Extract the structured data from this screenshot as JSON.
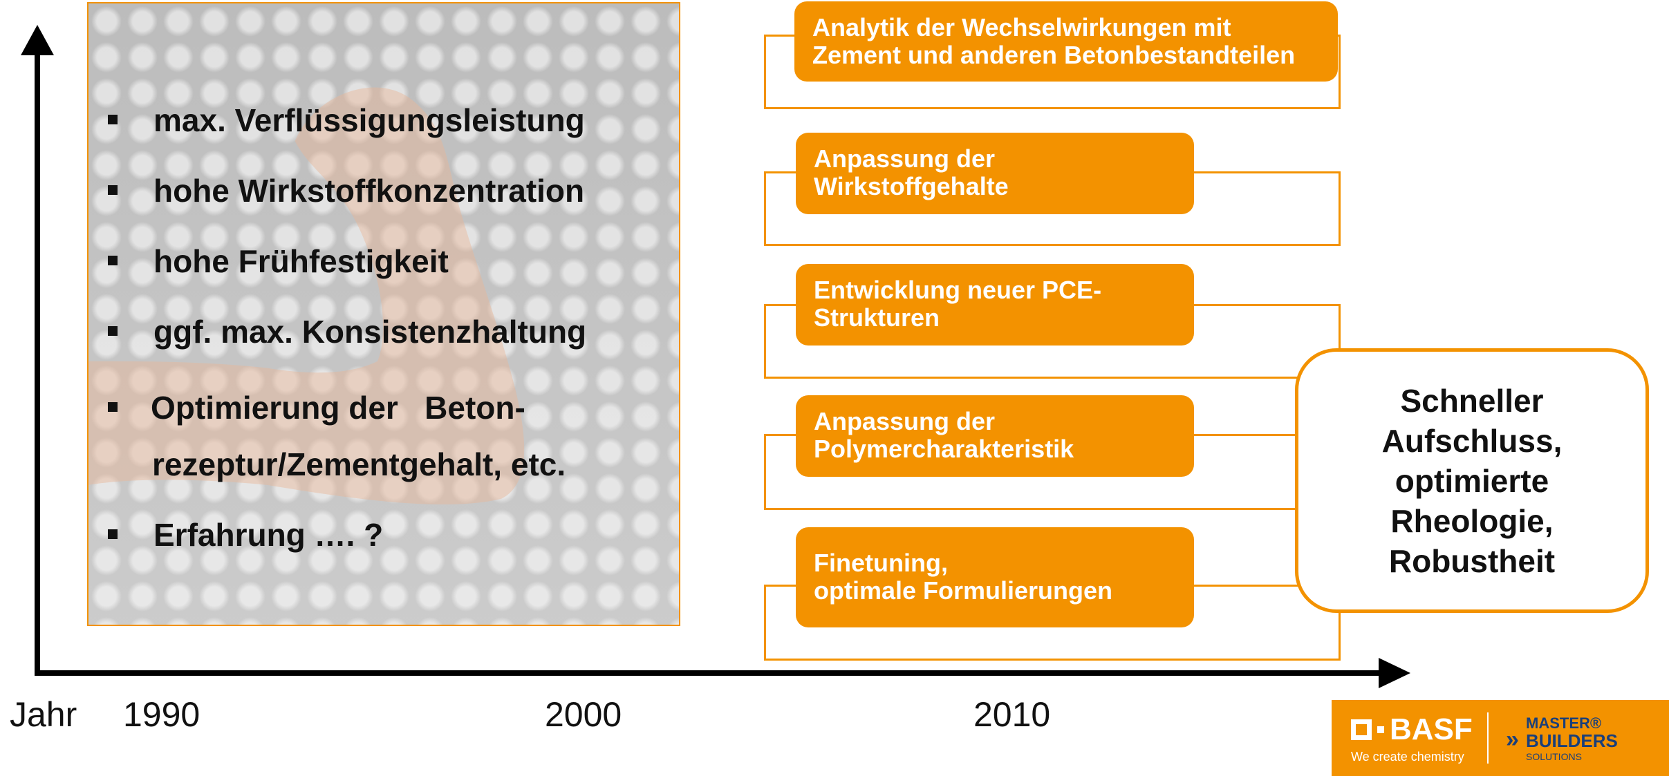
{
  "bullets": [
    "max. Verflüssigungsleistung",
    "hohe Wirkstoffkonzentration",
    "hohe Frühfestigkeit",
    "ggf. max. Konsistenzhaltung",
    "Optimierung der   Beton-",
    "Erfahrung …. ?"
  ],
  "bullet_continuation": "rezeptur/Zementgehalt, etc.",
  "boxes": [
    {
      "line1": "Analytik der Wechselwirkungen mit",
      "line2": "Zement und anderen Betonbestandteilen"
    },
    {
      "line1": "Anpassung der",
      "line2": "Wirkstoffgehalte"
    },
    {
      "line1": "Entwicklung neuer PCE-",
      "line2": "Strukturen"
    },
    {
      "line1": "Anpassung der",
      "line2": "Polymercharakteristik"
    },
    {
      "line1": "Finetuning,",
      "line2": "optimale Formulierungen"
    }
  ],
  "result": {
    "lines": [
      "Schneller",
      "Aufschluss,",
      "optimierte",
      "Rheologie,",
      "Robustheit"
    ]
  },
  "axis": {
    "label": "Jahr",
    "years": [
      "1990",
      "2000",
      "2010"
    ]
  },
  "logo": {
    "brand": "BASF",
    "tagline": "We create chemistry",
    "partner_line1": "MASTER®",
    "partner_line2": "BUILDERS",
    "partner_line3": "SOLUTIONS"
  },
  "colors": {
    "accent": "#f39200",
    "text": "#111111",
    "logo_blue": "#1a3f7a"
  }
}
